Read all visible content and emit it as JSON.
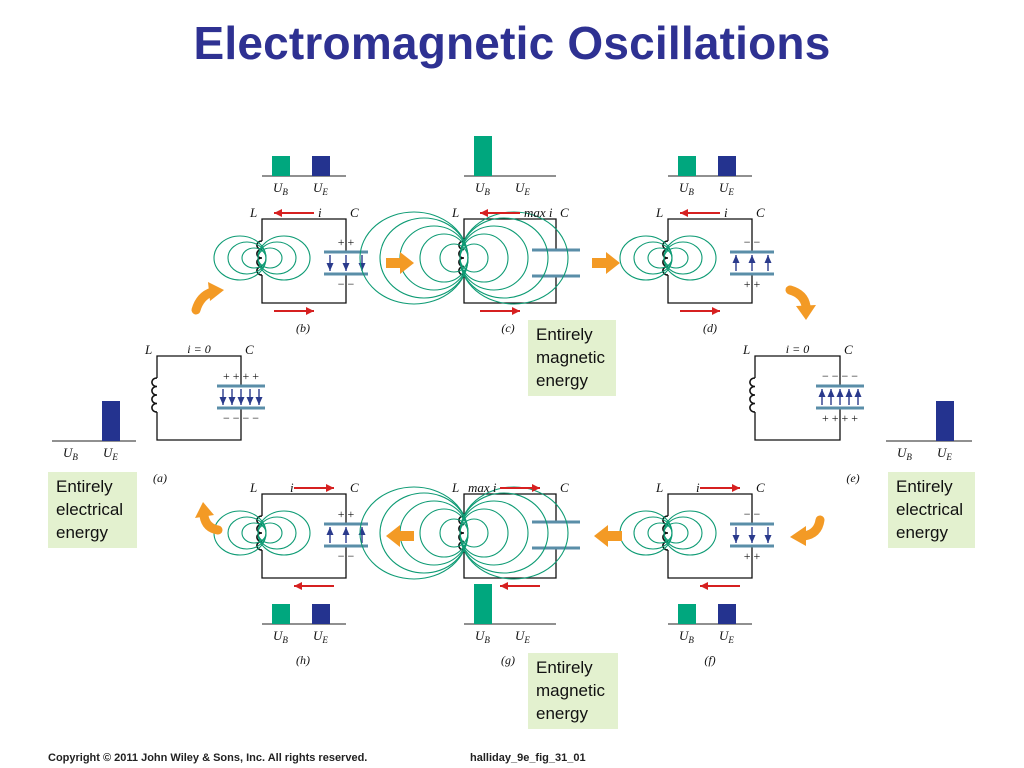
{
  "title": "Electromagnetic Oscillations",
  "labels": {
    "inductor": "L",
    "capacitor": "C",
    "magnetic_energy": "U",
    "magnetic_energy_sub": "B",
    "electric_energy": "U",
    "electric_energy_sub": "E",
    "current": "i",
    "max_current": "max i",
    "zero_current": "i = 0",
    "plus_pair": "+  +",
    "minus_pair": "−  −",
    "plus_quad": "+ + + +",
    "minus_quad": "− − − −"
  },
  "stages": [
    {
      "id": "a",
      "caption": "(a)",
      "magnetic_energy_fraction": 0,
      "electric_energy_fraction": 1
    },
    {
      "id": "b",
      "caption": "(b)",
      "magnetic_energy_fraction": 0.5,
      "electric_energy_fraction": 0.5
    },
    {
      "id": "c",
      "caption": "(c)",
      "magnetic_energy_fraction": 1,
      "electric_energy_fraction": 0
    },
    {
      "id": "d",
      "caption": "(d)",
      "magnetic_energy_fraction": 0.5,
      "electric_energy_fraction": 0.5
    },
    {
      "id": "e",
      "caption": "(e)",
      "magnetic_energy_fraction": 0,
      "electric_energy_fraction": 1
    },
    {
      "id": "f",
      "caption": "(f)",
      "magnetic_energy_fraction": 0.5,
      "electric_energy_fraction": 0.5
    },
    {
      "id": "g",
      "caption": "(g)",
      "magnetic_energy_fraction": 1,
      "electric_energy_fraction": 0
    },
    {
      "id": "h",
      "caption": "(h)",
      "magnetic_energy_fraction": 0.5,
      "electric_energy_fraction": 0.5
    }
  ],
  "notes": {
    "electrical_line1": "Entirely",
    "electrical_line2": "electrical",
    "electrical_line3": "energy",
    "magnetic_line1": "Entirely",
    "magnetic_line2": "magnetic",
    "magnetic_line3": "energy"
  },
  "footer": {
    "copyright": "Copyright © 2011 John Wiley & Sons, Inc. All rights reserved.",
    "figure_id": "halliday_9e_fig_31_01"
  },
  "colors": {
    "title": "#2e3192",
    "magnetic_bar": "#00a77e",
    "electric_bar": "#24338f",
    "field_lines": "#0e9b74",
    "capacitor_plate": "#5a8ea8",
    "current_arrow": "#d62020",
    "flow_arrow": "#f39a25",
    "note_background": "#e3f1cf"
  }
}
